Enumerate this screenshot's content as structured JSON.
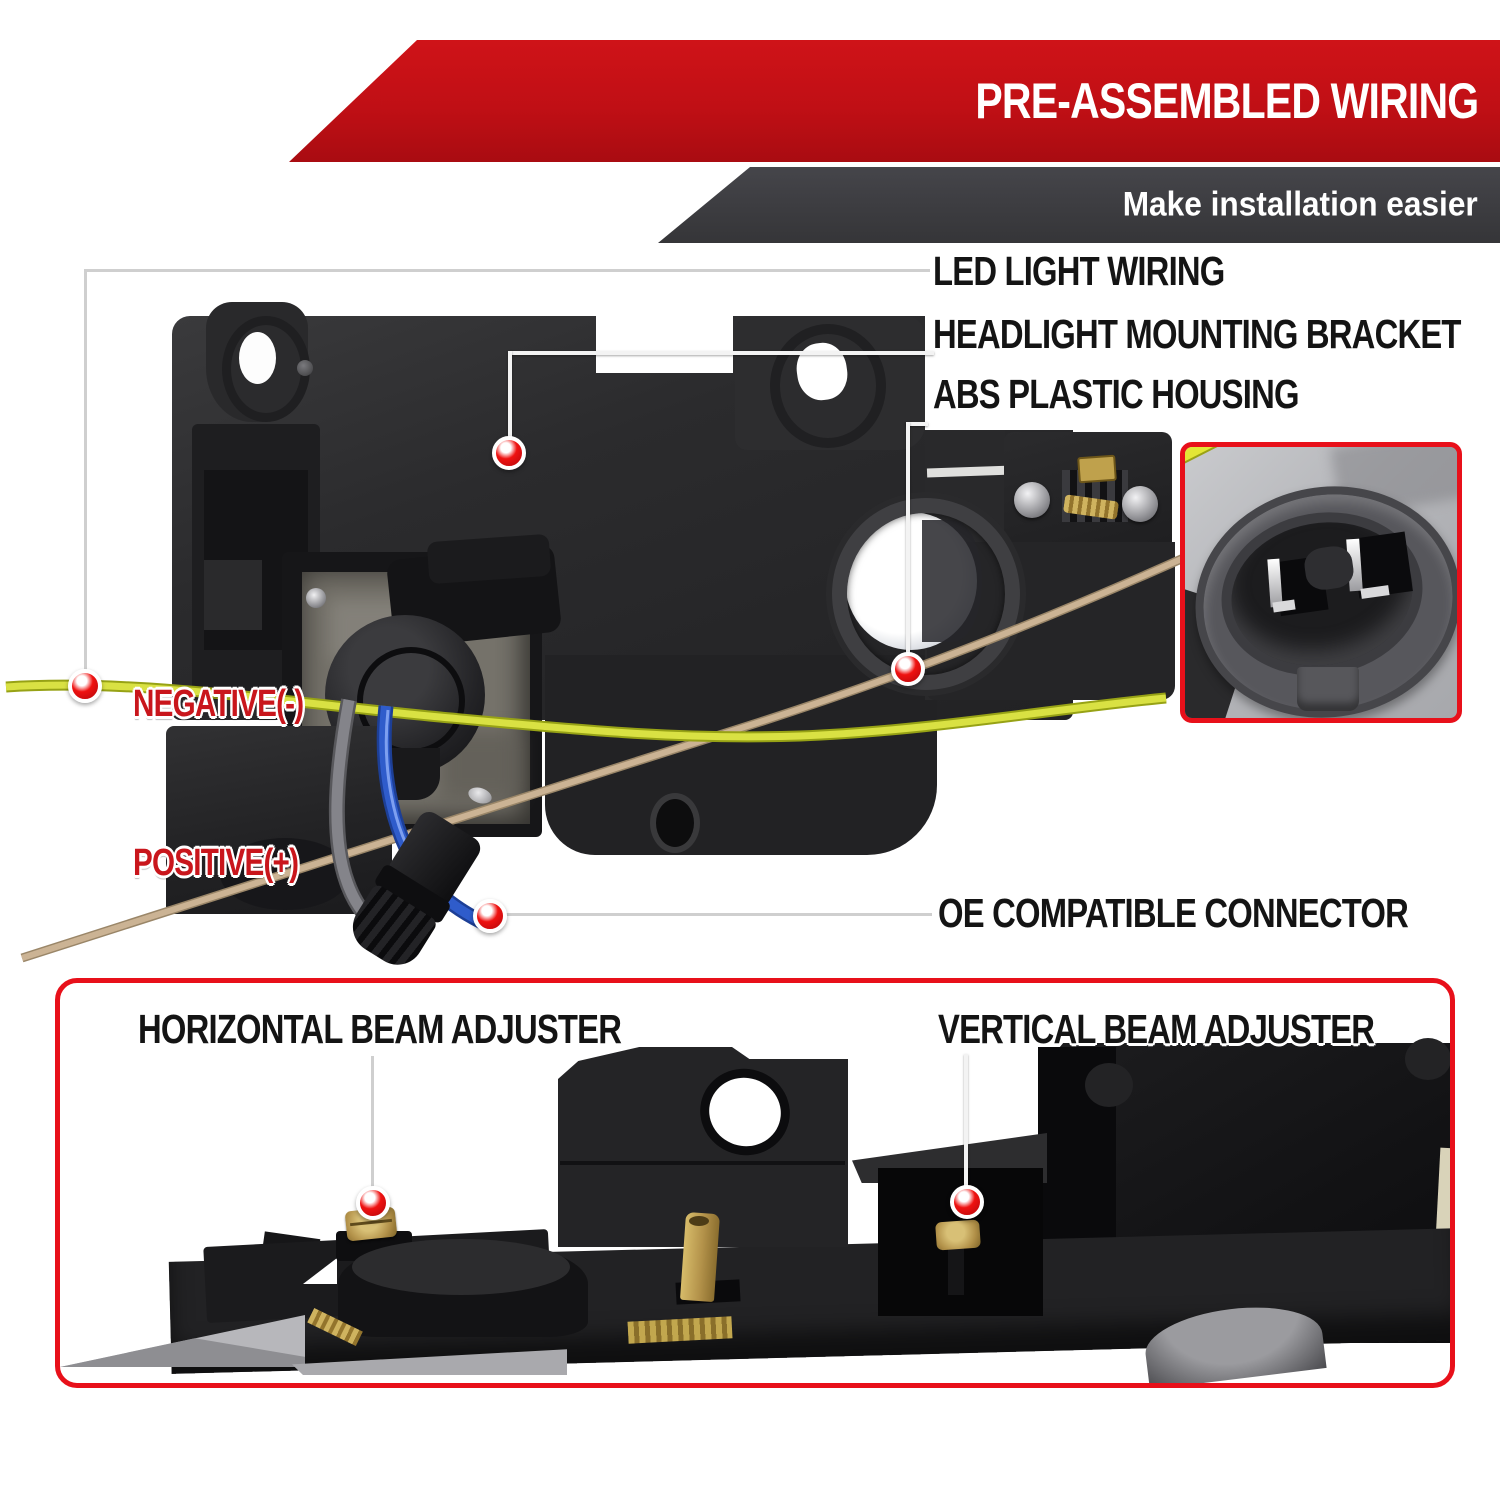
{
  "banner": {
    "title": "PRE-ASSEMBLED WIRING",
    "subtitle": "Make installation easier",
    "red_color": "#c0101a",
    "dark_color": "#3b3b3d"
  },
  "callouts": {
    "led_light_wiring": {
      "label": "LED LIGHT WIRING"
    },
    "headlight_mounting_bracket": {
      "label": "HEADLIGHT MOUNTING BRACKET"
    },
    "abs_plastic_housing": {
      "label": "ABS PLASTIC HOUSING"
    },
    "oe_compatible_connector": {
      "label": "OE COMPATIBLE CONNECTOR"
    },
    "negative": {
      "label": "NEGATIVE(-)"
    },
    "positive": {
      "label": "POSITIVE(+)"
    },
    "horizontal_beam_adjuster": {
      "label": "HORIZONTAL BEAM ADJUSTER"
    },
    "vertical_beam_adjuster": {
      "label": "VERTICAL BEAM ADJUSTER"
    }
  },
  "colors": {
    "callout_text_red": "#c9161c",
    "marker_dot_red": "#ef1211",
    "leader_line_gray": "#cfcfcf",
    "wire_yellow_green": "#d9e143",
    "wire_blue": "#2f5ccb",
    "wire_tan": "#c8b090",
    "wire_gray": "#818186",
    "hardware_gold": "#bfa14c",
    "housing_black": "#29292b"
  }
}
